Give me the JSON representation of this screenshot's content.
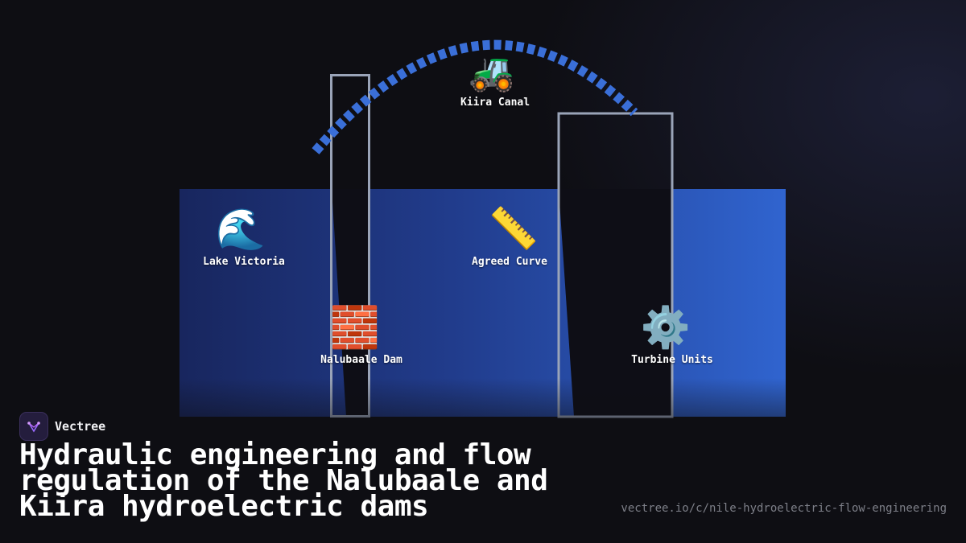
{
  "diagram": {
    "nodes": {
      "lake_victoria": {
        "label": "Lake Victoria",
        "icon": "wave-icon",
        "glyph": "🌊"
      },
      "agreed_curve": {
        "label": "Agreed Curve",
        "icon": "ruler-icon",
        "glyph": "📏"
      },
      "nalubaale_dam": {
        "label": "Nalubaale Dam",
        "icon": "brick-icon",
        "glyph": "🧱"
      },
      "turbine_units": {
        "label": "Turbine Units",
        "icon": "gear-icon",
        "glyph": "⚙️"
      },
      "kiira_canal": {
        "label": "Kiira Canal",
        "icon": "tractor-icon",
        "glyph": "🚜"
      }
    },
    "colors": {
      "water_dark": "#1a2a66",
      "water_light": "#2f63d0",
      "arc": "#3a6fd8",
      "wall": "#9aa4b8"
    }
  },
  "footer": {
    "brand": "Vectree",
    "title": "Hydraulic engineering and flow regulation of the Nalubaale and Kiira hydroelectric dams",
    "url": "vectree.io/c/nile-hydroelectric-flow-engineering"
  }
}
